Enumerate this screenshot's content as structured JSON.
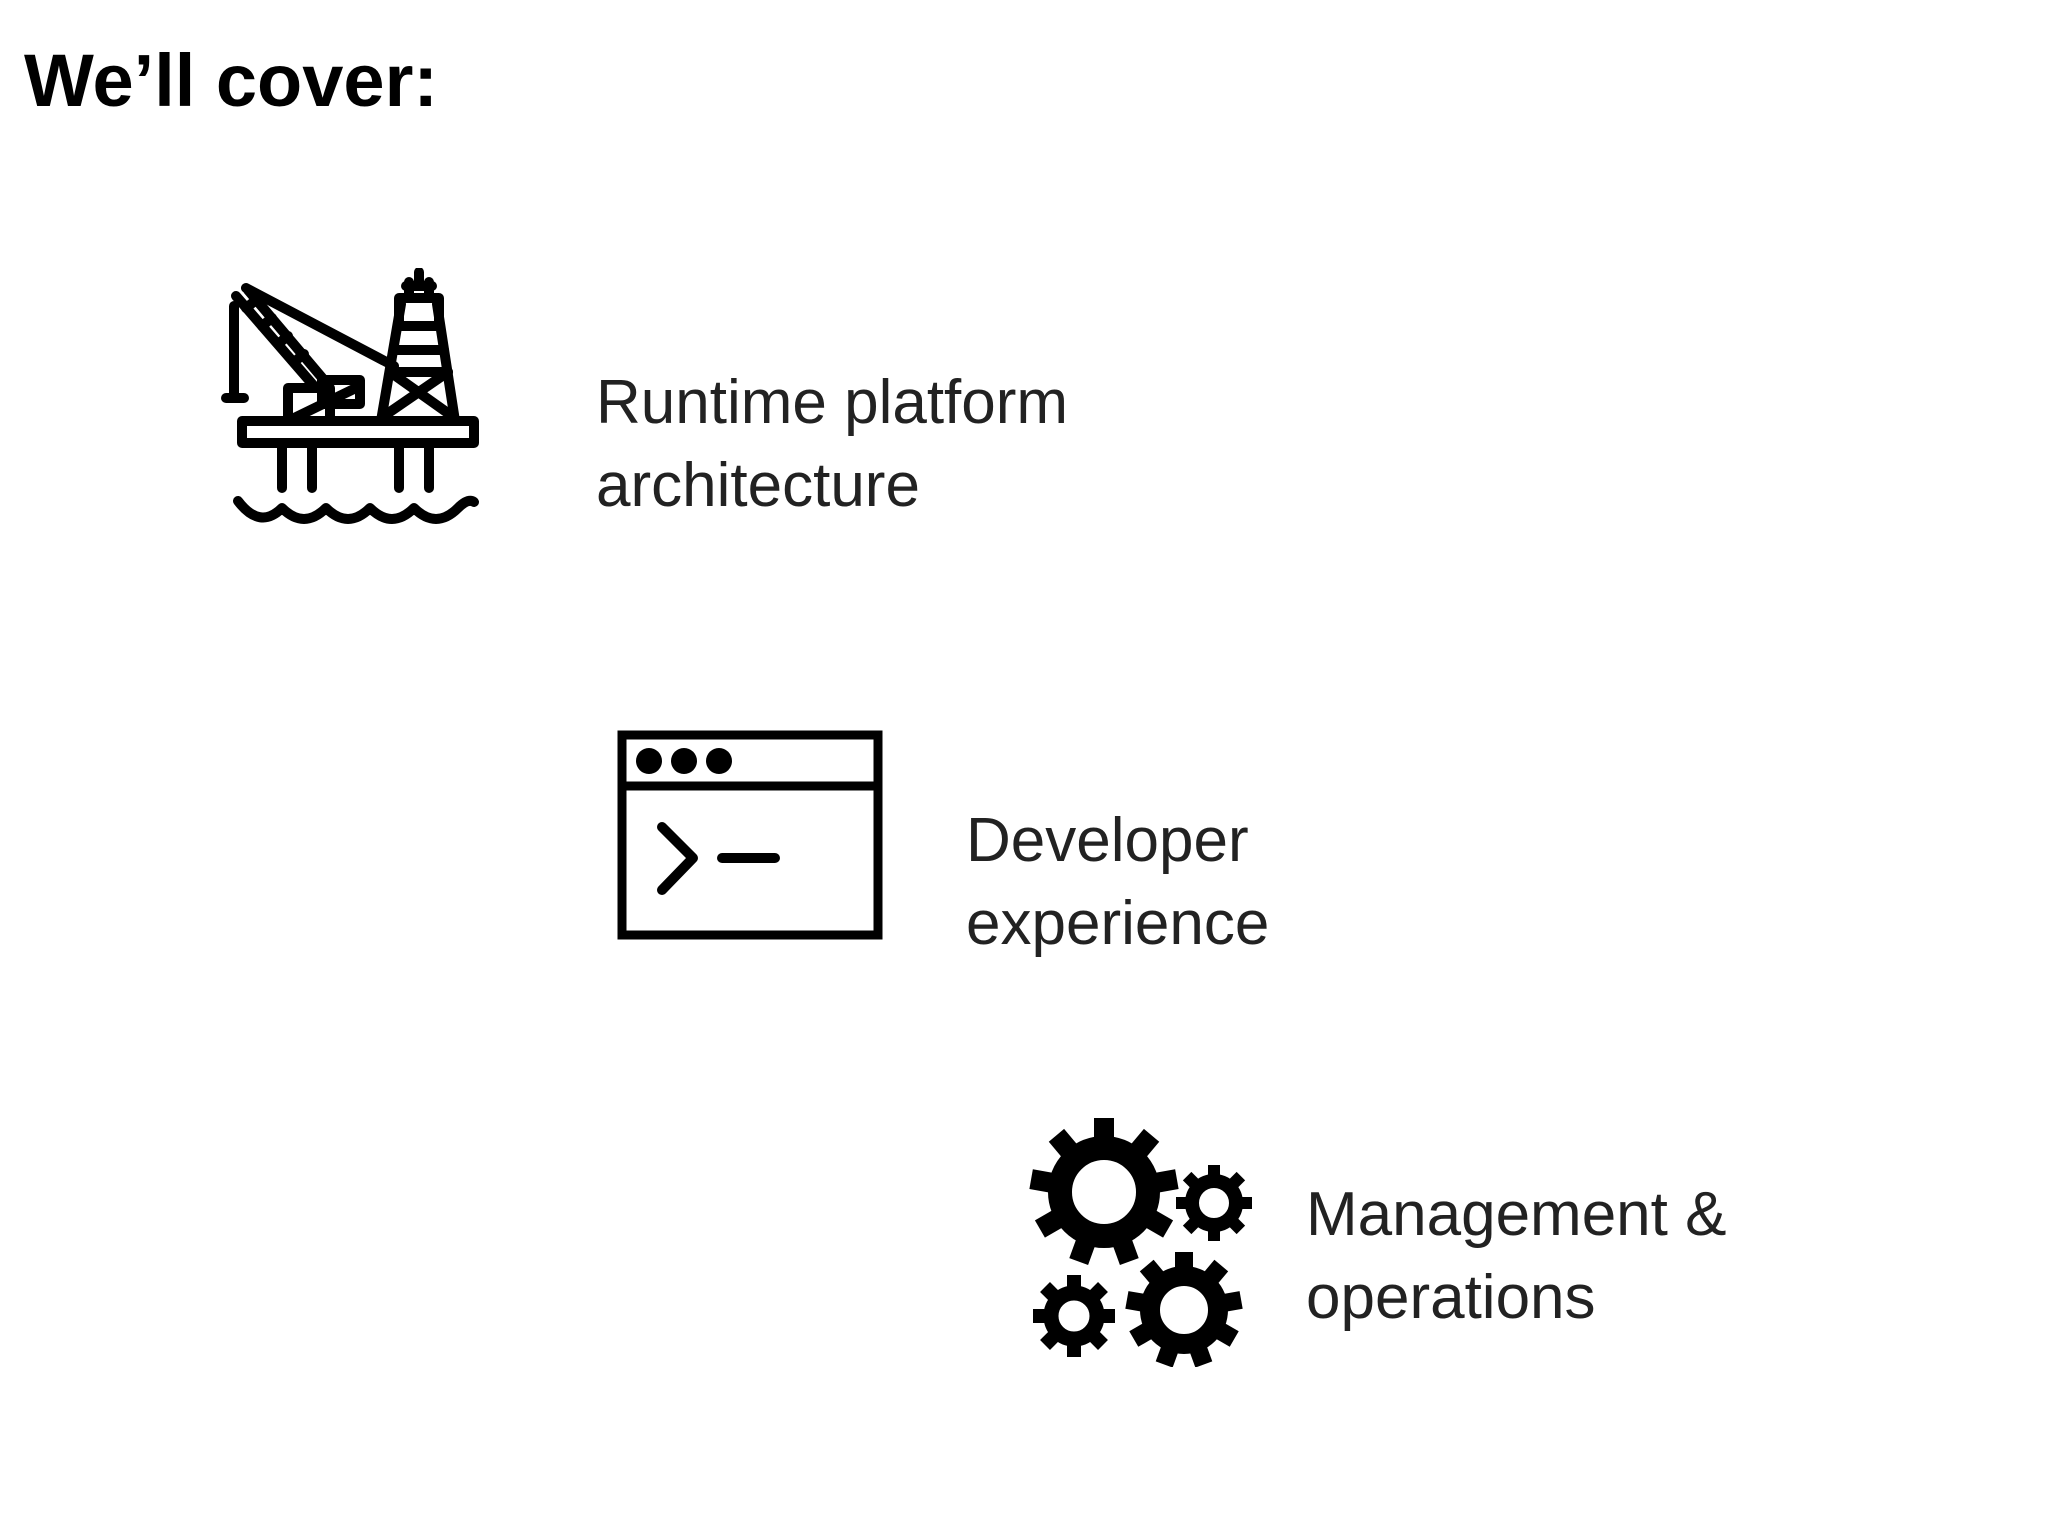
{
  "slide": {
    "title": "We’ll cover:",
    "topics": [
      {
        "icon": "oil-rig-icon",
        "line1": "Runtime platform",
        "line2": "architecture"
      },
      {
        "icon": "terminal-window-icon",
        "line1": "Developer",
        "line2": "experience"
      },
      {
        "icon": "gears-icon",
        "line1": "Management &",
        "line2": "operations"
      }
    ]
  },
  "colors": {
    "title": "#000000",
    "body_text": "#222222",
    "icon": "#000000",
    "background": "#ffffff"
  }
}
